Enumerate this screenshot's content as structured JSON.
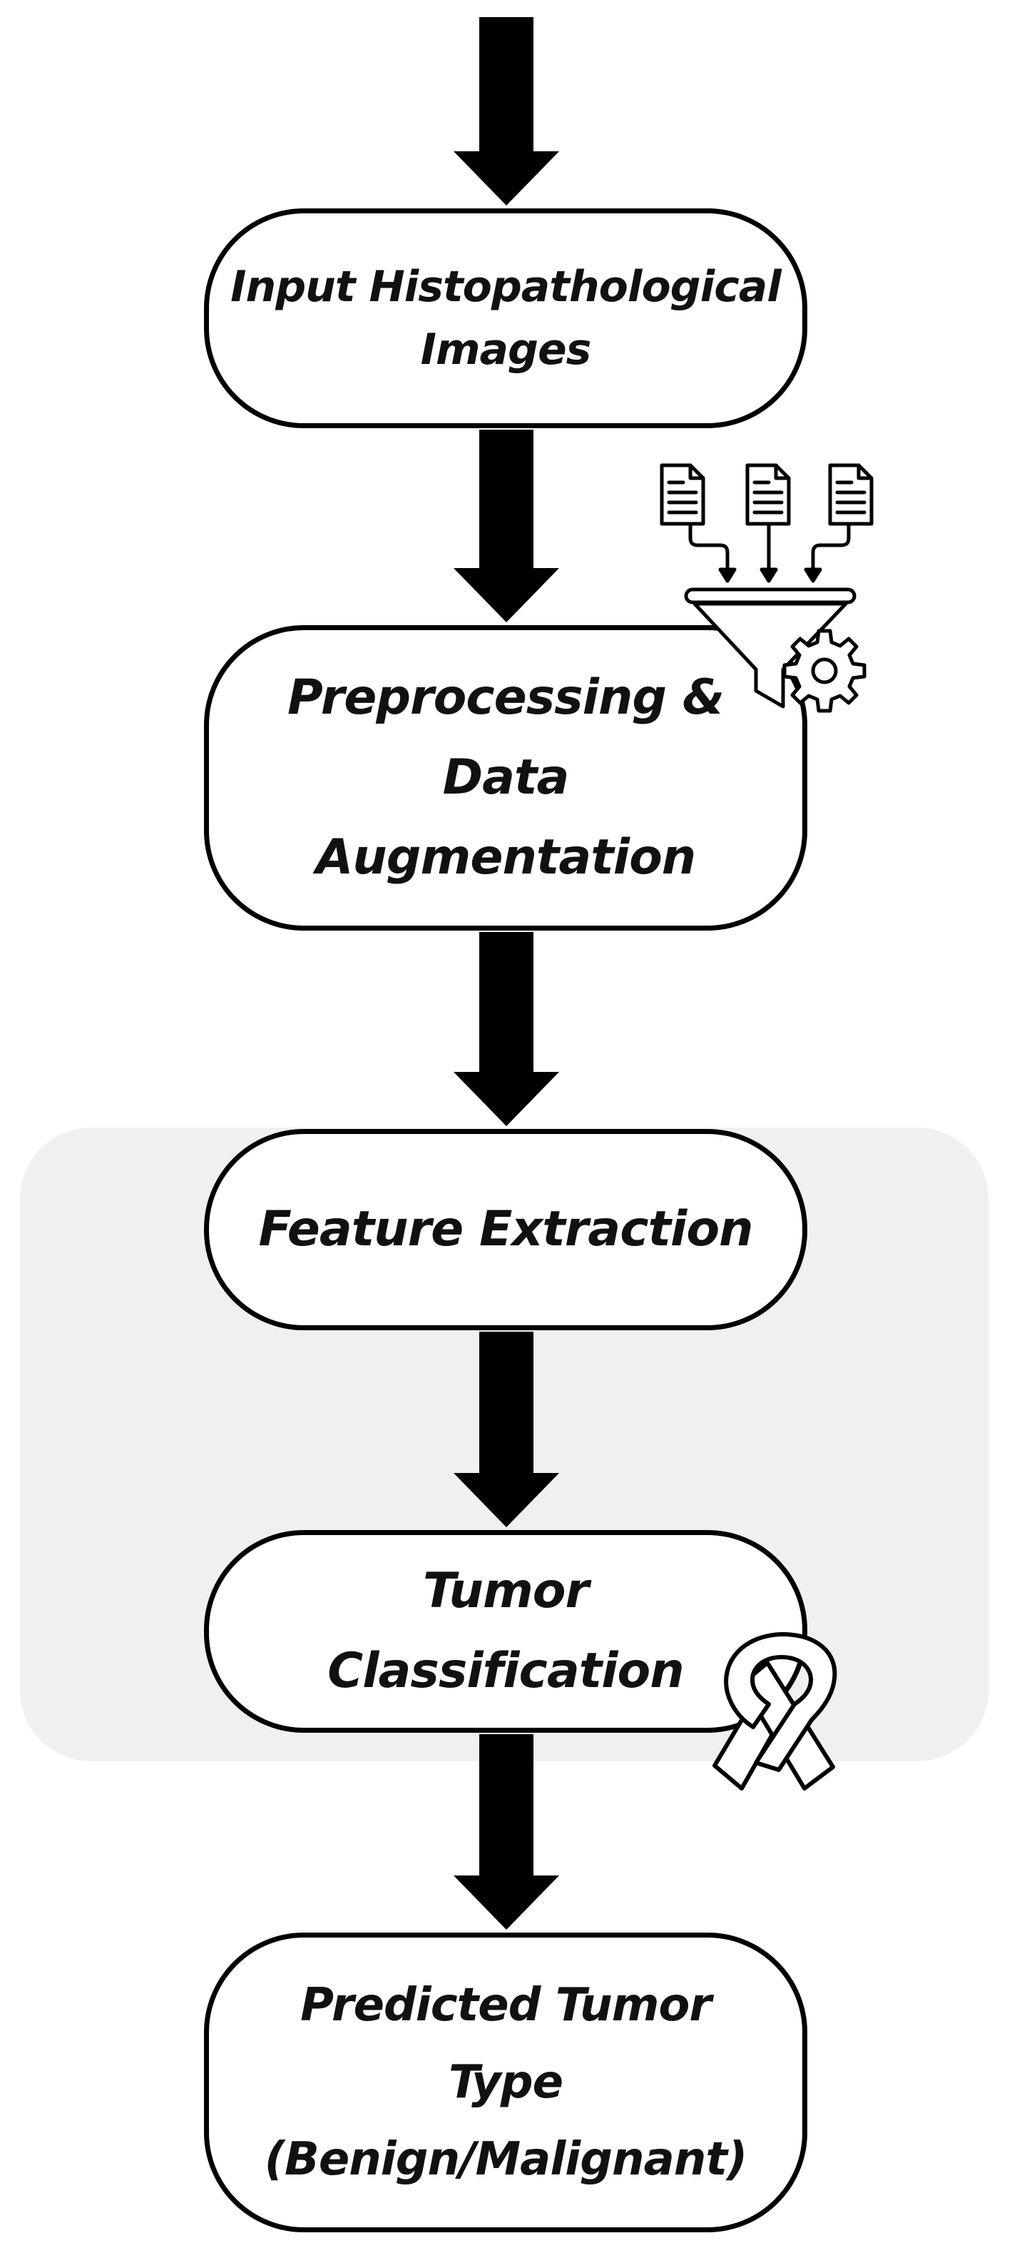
{
  "diagram": {
    "nodes": [
      {
        "id": "input",
        "label": "Input Histopathological\nImages"
      },
      {
        "id": "preprocessing",
        "label": "Preprocessing &\nData\nAugmentation"
      },
      {
        "id": "feature_extraction",
        "label": "Feature Extraction"
      },
      {
        "id": "tumor_classification",
        "label": "Tumor\nClassification"
      },
      {
        "id": "prediction",
        "label": "Predicted Tumor\nType\n(Benign/Malignant)"
      }
    ],
    "edges": [
      {
        "from": "input",
        "to": "preprocessing"
      },
      {
        "from": "preprocessing",
        "to": "feature_extraction"
      },
      {
        "from": "feature_extraction",
        "to": "tumor_classification"
      },
      {
        "from": "tumor_classification",
        "to": "prediction"
      }
    ],
    "group": {
      "members": [
        "feature_extraction",
        "tumor_classification"
      ],
      "fill": "#f0f0f0"
    },
    "icons": [
      "document-funnel-gear-icon",
      "awareness-ribbon-icon"
    ],
    "colors": {
      "stroke": "#000000",
      "text": "#111111",
      "group_fill": "#f0f0f0",
      "background": "#ffffff"
    }
  }
}
